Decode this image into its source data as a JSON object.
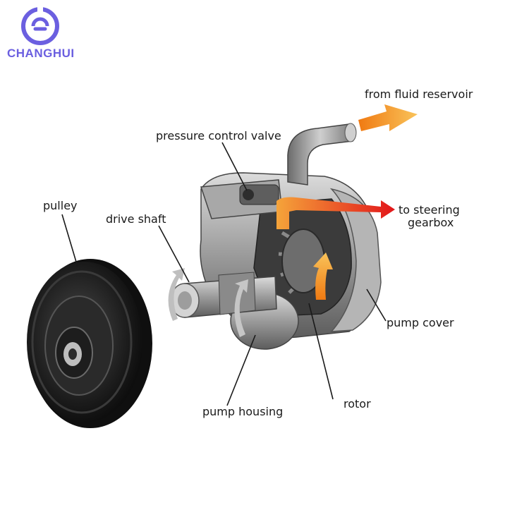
{
  "brand": {
    "name": "CHANGHUI",
    "logo_color": "#6b5fe0"
  },
  "labels": {
    "from_reservoir": "from fluid reservoir",
    "pressure_valve": "pressure control valve",
    "to_gearbox_1": "to steering",
    "to_gearbox_2": "gearbox",
    "pulley": "pulley",
    "drive_shaft": "drive shaft",
    "pump_cover": "pump cover",
    "rotor": "rotor",
    "pump_housing": "pump housing"
  },
  "colors": {
    "flow_orange": "#f58a1f",
    "flow_red": "#e8251c",
    "metal": "#9a9a9a",
    "pulley_dark": "#1b1b1b"
  }
}
